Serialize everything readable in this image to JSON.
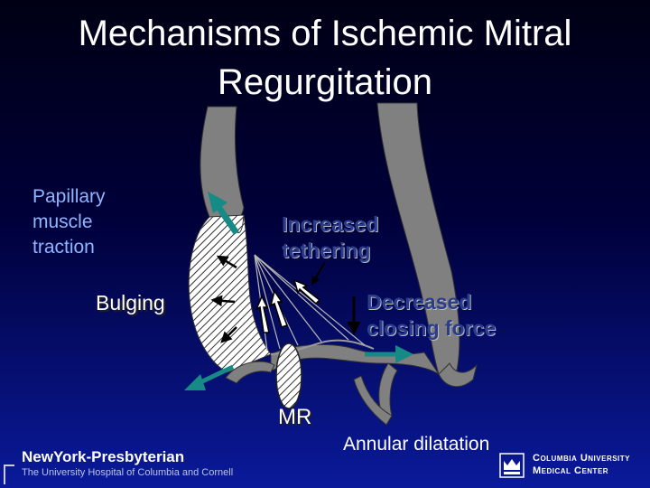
{
  "slide": {
    "title": "Mechanisms of Ischemic Mitral\nRegurgitation",
    "labels": {
      "papillary_muscle_traction": "Papillary\nmuscle\ntraction",
      "bulging": "Bulging",
      "increased_tethering": "Increased\ntethering",
      "decreased_closing_force": "Decreased\nclosing force",
      "mr": "MR",
      "annular_dilatation": "Annular dilatation"
    },
    "logos": {
      "nyp_name": "NewYork-Presbyterian",
      "nyp_subtitle": "The University Hospital of Columbia and Cornell",
      "columbia_line1": "Columbia University",
      "columbia_line2": "Medical Center"
    }
  },
  "colors": {
    "heart_wall": "#808080",
    "teal_arrow": "#168a84",
    "background_top": "#000014",
    "background_bottom": "#0a1a9a"
  },
  "icons": [
    "crown-icon"
  ]
}
